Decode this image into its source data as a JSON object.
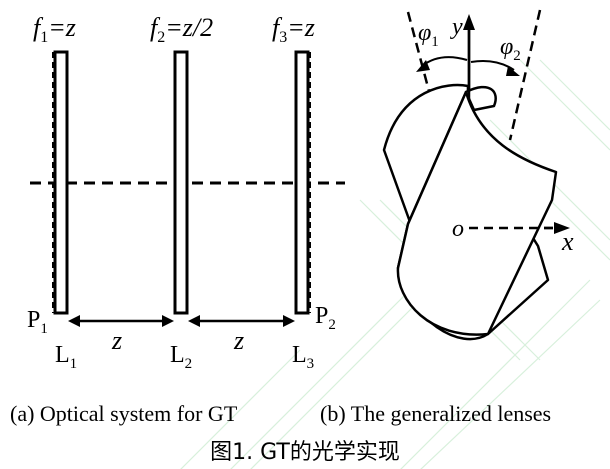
{
  "panel_a": {
    "lens1_focal_var": "f",
    "lens1_focal_sub": "1",
    "lens1_focal_rhs": "=z",
    "lens2_focal_var": "f",
    "lens2_focal_sub": "2",
    "lens2_focal_rhs": "=z/2",
    "lens3_focal_var": "f",
    "lens3_focal_sub": "3",
    "lens3_focal_rhs": "=z",
    "plane1_main": "P",
    "plane1_sub": "1",
    "plane2_main": "P",
    "plane2_sub": "2",
    "lens1_name": "L",
    "lens1_sub": "1",
    "lens2_name": "L",
    "lens2_sub": "2",
    "lens3_name": "L",
    "lens3_sub": "3",
    "gap1_label": "z",
    "gap2_label": "z",
    "caption": "(a) Optical system for GT"
  },
  "panel_b": {
    "y_axis_label": "y",
    "x_axis_label": "x",
    "origin_label": "o",
    "angle1_var": "φ",
    "angle1_sub": "1",
    "angle2_var": "φ",
    "angle2_sub": "2",
    "caption": "(b) The generalized lenses"
  },
  "figure_caption": "图1. GT的光学实现",
  "colors": {
    "ink": "#000000",
    "watermark": "#d8f0dc"
  }
}
